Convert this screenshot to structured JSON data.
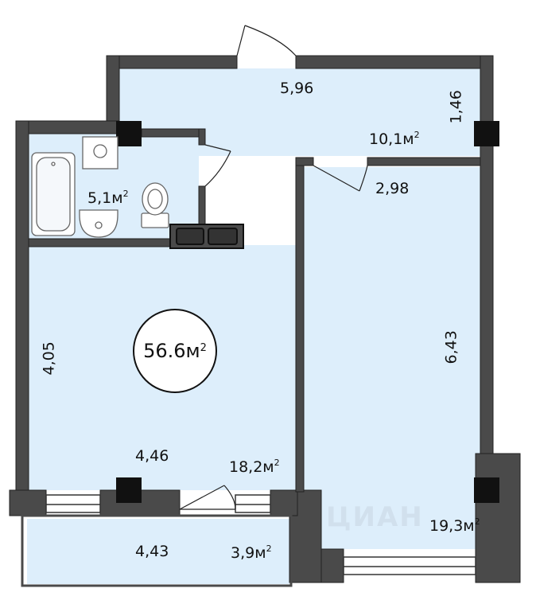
{
  "plan": {
    "total_area": {
      "value": "56.6м",
      "sup": "2"
    },
    "rooms": [
      {
        "id": "hallway",
        "area": "10,1м",
        "sup": "2"
      },
      {
        "id": "bathroom",
        "area": "5,1м",
        "sup": "2"
      },
      {
        "id": "living",
        "area": "18,2м",
        "sup": "2"
      },
      {
        "id": "bedroom",
        "area": "19,3м",
        "sup": "2"
      },
      {
        "id": "balcony",
        "area": "3,9м",
        "sup": "2"
      }
    ],
    "dimensions": {
      "hall_width": "5,96",
      "hall_depth": "1,46",
      "bedroom_door_span": "2,98",
      "bedroom_length": "6,43",
      "living_length": "4,05",
      "living_width": "4,46",
      "balcony_width": "4,43"
    },
    "watermark": "ЦИАН"
  },
  "colors": {
    "wall": "#4a4a4a",
    "floor": "#ddeefb",
    "column": "#111111",
    "wall_outline": "#222222"
  }
}
